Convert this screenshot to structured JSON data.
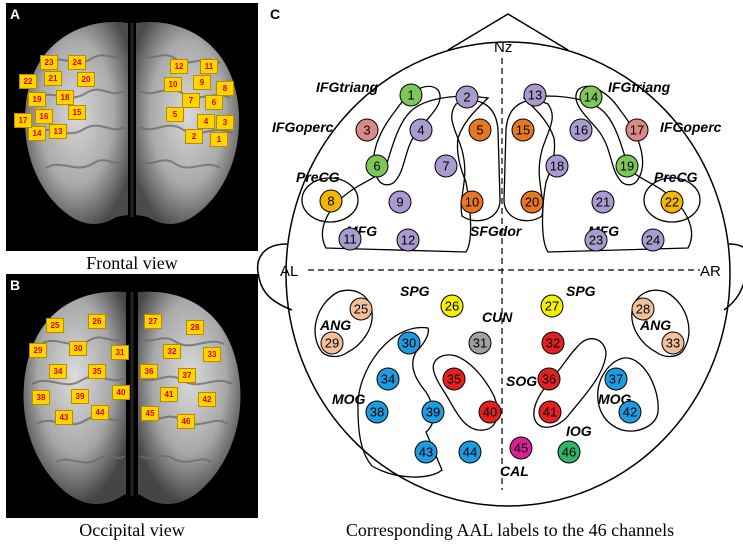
{
  "panel_a": {
    "letter": "A",
    "caption": "Frontal view",
    "markers": [
      "1",
      "2",
      "3",
      "4",
      "5",
      "6",
      "7",
      "8",
      "9",
      "10",
      "11",
      "12",
      "13",
      "14",
      "15",
      "16",
      "17",
      "18",
      "19",
      "20",
      "21",
      "22",
      "23",
      "24"
    ]
  },
  "panel_b": {
    "letter": "B",
    "caption": "Occipital view",
    "markers": [
      "25",
      "26",
      "27",
      "28",
      "29",
      "30",
      "31",
      "32",
      "33",
      "34",
      "35",
      "36",
      "37",
      "38",
      "39",
      "40",
      "41",
      "42",
      "43",
      "44",
      "45",
      "46"
    ]
  },
  "panel_c": {
    "letter": "C",
    "caption": "Corresponding AAL labels to the 46 channels",
    "nasion": "Nz",
    "left_ear": "AL",
    "right_ear": "AR",
    "region_labels": {
      "ifgtriang_l": "IFGtriang",
      "ifgtriang_r": "IFGtriang",
      "ifgoperc_l": "IFGoperc",
      "ifgoperc_r": "IFGoperc",
      "precg_l": "PreCG",
      "precg_r": "PreCG",
      "mfg_l": "MFG",
      "mfg_r": "MFG",
      "sfgdor": "SFGdor",
      "spg_l": "SPG",
      "spg_r": "SPG",
      "ang_l": "ANG",
      "ang_r": "ANG",
      "cun": "CUN",
      "sog": "SOG",
      "mog_l": "MOG",
      "mog_r": "MOG",
      "iog": "IOG",
      "cal": "CAL"
    },
    "colors": {
      "ifgtriang": "#7dc65a",
      "ifgoperc": "#d98a86",
      "precg": "#f5b800",
      "mfg": "#a99bcf",
      "sfgdor": "#e87722",
      "spg": "#f5f000",
      "ang": "#f2c09a",
      "cun": "#a0a0a0",
      "sog": "#e52020",
      "mog": "#1f9be0",
      "cal": "#d6239a",
      "iog": "#33b36a"
    },
    "channels": [
      {
        "n": "1",
        "region": "ifgtriang"
      },
      {
        "n": "2",
        "region": "mfg"
      },
      {
        "n": "3",
        "region": "ifgoperc"
      },
      {
        "n": "4",
        "region": "mfg"
      },
      {
        "n": "5",
        "region": "sfgdor"
      },
      {
        "n": "6",
        "region": "ifgtriang"
      },
      {
        "n": "7",
        "region": "mfg"
      },
      {
        "n": "8",
        "region": "precg"
      },
      {
        "n": "9",
        "region": "mfg"
      },
      {
        "n": "10",
        "region": "sfgdor"
      },
      {
        "n": "11",
        "region": "mfg"
      },
      {
        "n": "12",
        "region": "mfg"
      },
      {
        "n": "13",
        "region": "mfg"
      },
      {
        "n": "14",
        "region": "ifgtriang"
      },
      {
        "n": "15",
        "region": "sfgdor"
      },
      {
        "n": "16",
        "region": "mfg"
      },
      {
        "n": "17",
        "region": "ifgoperc"
      },
      {
        "n": "18",
        "region": "mfg"
      },
      {
        "n": "19",
        "region": "ifgtriang"
      },
      {
        "n": "20",
        "region": "sfgdor"
      },
      {
        "n": "21",
        "region": "mfg"
      },
      {
        "n": "22",
        "region": "precg"
      },
      {
        "n": "23",
        "region": "mfg"
      },
      {
        "n": "24",
        "region": "mfg"
      },
      {
        "n": "25",
        "region": "ang"
      },
      {
        "n": "26",
        "region": "spg"
      },
      {
        "n": "27",
        "region": "spg"
      },
      {
        "n": "28",
        "region": "ang"
      },
      {
        "n": "29",
        "region": "ang"
      },
      {
        "n": "30",
        "region": "mog"
      },
      {
        "n": "31",
        "region": "cun"
      },
      {
        "n": "32",
        "region": "sog"
      },
      {
        "n": "33",
        "region": "ang"
      },
      {
        "n": "34",
        "region": "mog"
      },
      {
        "n": "35",
        "region": "sog"
      },
      {
        "n": "36",
        "region": "sog"
      },
      {
        "n": "37",
        "region": "mog"
      },
      {
        "n": "38",
        "region": "mog"
      },
      {
        "n": "39",
        "region": "mog"
      },
      {
        "n": "40",
        "region": "sog"
      },
      {
        "n": "41",
        "region": "sog"
      },
      {
        "n": "42",
        "region": "mog"
      },
      {
        "n": "43",
        "region": "mog"
      },
      {
        "n": "44",
        "region": "mog"
      },
      {
        "n": "45",
        "region": "cal"
      },
      {
        "n": "46",
        "region": "iog"
      }
    ]
  }
}
